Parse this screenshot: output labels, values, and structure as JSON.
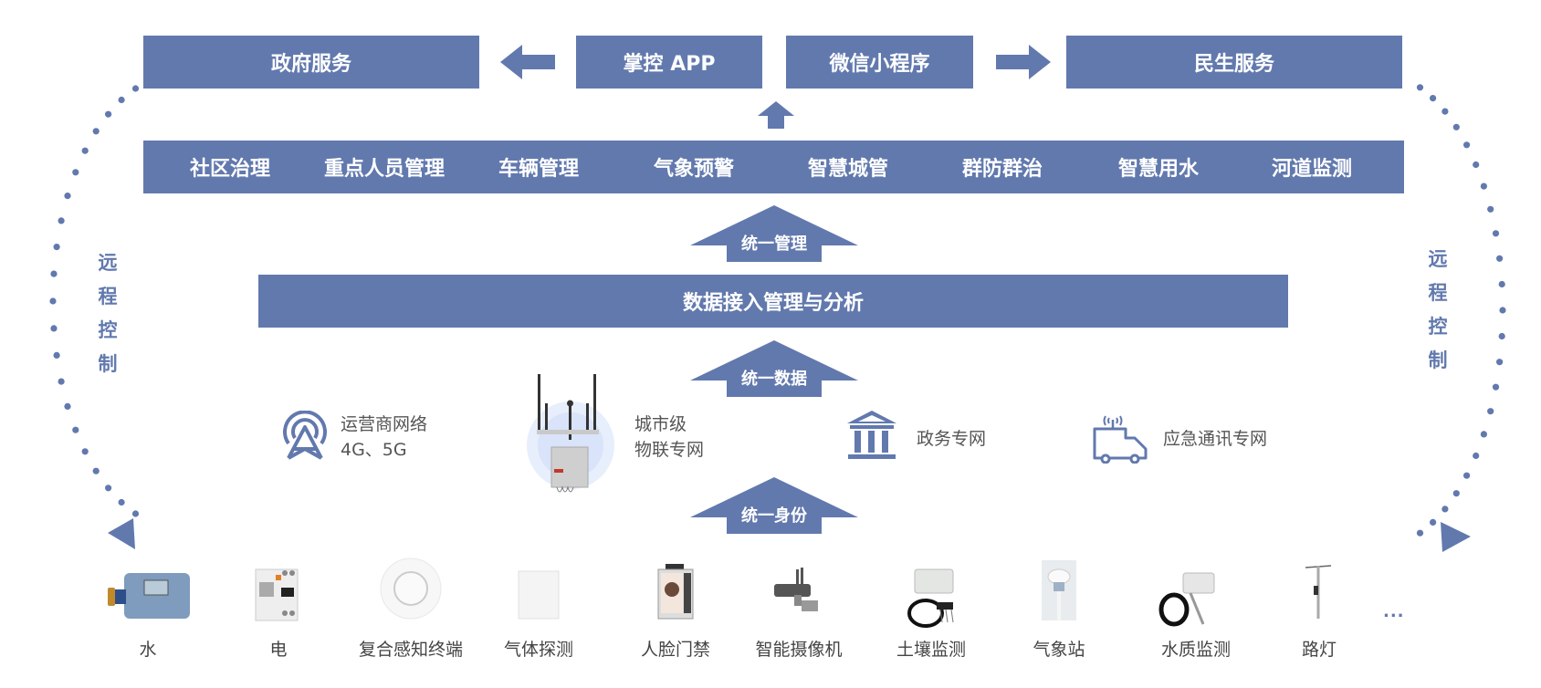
{
  "colors": {
    "accent": "#6279ae",
    "text_gray": "#555555",
    "bg": "#ffffff"
  },
  "top_row": {
    "gov_service": "政府服务",
    "app": "掌控 APP",
    "mini_program": "微信小程序",
    "public_service": "民生服务"
  },
  "applications": [
    "社区治理",
    "重点人员管理",
    "车辆管理",
    "气象预警",
    "智慧城管",
    "群防群治",
    "智慧用水",
    "河道监测"
  ],
  "arrows": {
    "unified_management": "统一管理",
    "unified_data": "统一数据",
    "unified_identity": "统一身份"
  },
  "platform": "数据接入管理与分析",
  "networks": [
    {
      "icon": "cell-tower-icon",
      "line1": "运营商网络",
      "line2": "4G、5G"
    },
    {
      "icon": "iot-gateway-image",
      "line1": "城市级",
      "line2": "物联专网"
    },
    {
      "icon": "government-building-icon",
      "line1": "政务专网",
      "line2": ""
    },
    {
      "icon": "emergency-vehicle-icon",
      "line1": "应急通讯专网",
      "line2": ""
    }
  ],
  "side_labels": {
    "left": "远程控制",
    "right": "远程控制"
  },
  "devices": [
    {
      "label": "水",
      "icon": "water-meter"
    },
    {
      "label": "电",
      "icon": "circuit-breaker"
    },
    {
      "label": "复合感知终端",
      "icon": "smoke-sensor"
    },
    {
      "label": "气体探测",
      "icon": "gas-detector"
    },
    {
      "label": "人脸门禁",
      "icon": "face-access"
    },
    {
      "label": "智能摄像机",
      "icon": "camera"
    },
    {
      "label": "土壤监测",
      "icon": "soil-sensor"
    },
    {
      "label": "气象站",
      "icon": "weather-station"
    },
    {
      "label": "水质监测",
      "icon": "water-quality-sensor"
    },
    {
      "label": "路灯",
      "icon": "street-light"
    }
  ],
  "more": "..."
}
